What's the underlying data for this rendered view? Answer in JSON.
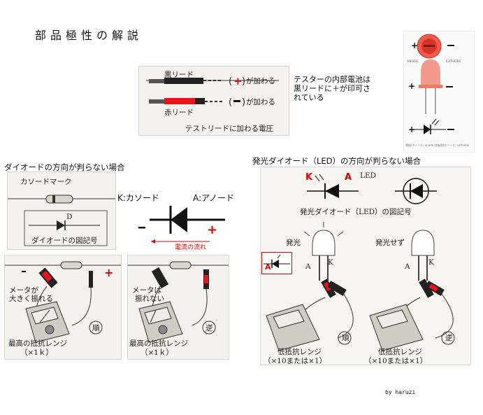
{
  "title": "部品極性の解説",
  "tester_box": {
    "black_lead": "黒リード",
    "red_lead": "赤リード",
    "plus_label": "が加わる",
    "minus_label": "が加わる",
    "caption": "テストリードに加わる電圧"
  },
  "battery_note": {
    "line1": "テスターの内部電池は",
    "line2": "黒リードに＋が印可さ",
    "line3": "れている"
  },
  "led_photo": {
    "anode": "ANODE",
    "cathode": "CATHODE",
    "caption": "陽極(アノード, anode)は陰極(カソード, cathode)"
  },
  "diode_section": {
    "heading": "ダイオードの方向が判らない場合",
    "cathode_mark": "カソードマーク",
    "d_label": "D",
    "symbol_caption": "ダイオードの図記号",
    "k_label": "K:カソード",
    "a_label": "A:アノード",
    "current_flow": "電流の流れ",
    "meter_swings": [
      "メータが",
      "大きく振れる"
    ],
    "meter_no_swing": [
      "メータは",
      "振れない"
    ],
    "forward": "順",
    "reverse": "逆",
    "range_caption": [
      "最高の抵抗レンジ",
      "（×1ｋ）"
    ]
  },
  "led_section": {
    "heading": "発光ダイオード（LED）の方向が判らない場合",
    "k": "K",
    "a": "A",
    "led_tag": "LED",
    "symbol_caption": "発光ダイオード（LED）の図記号",
    "lit": "発光",
    "not_lit": "発光せず",
    "inset_a": "A",
    "forward": "順",
    "reverse": "逆",
    "range_caption": [
      "低抵抗レンジ",
      "（×10または×1）"
    ]
  },
  "author": "by haruzi"
}
